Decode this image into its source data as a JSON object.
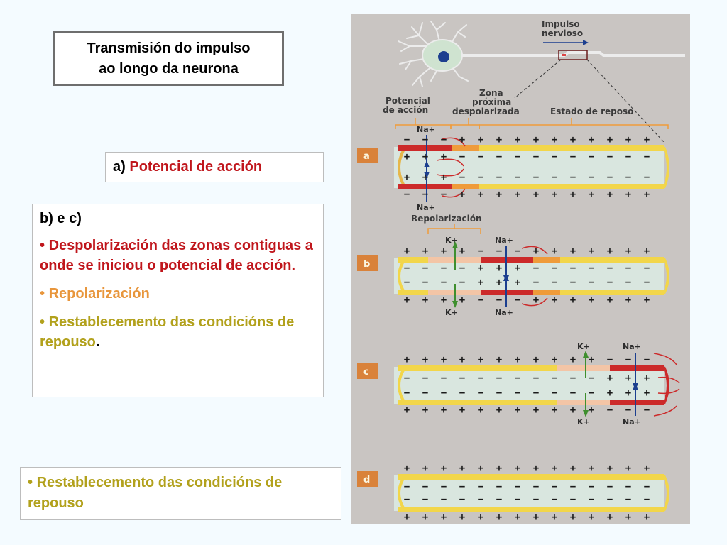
{
  "title": {
    "line1": "Transmisión do impulso",
    "line2": "ao longo da neurona"
  },
  "section_a": {
    "prefix": "a)",
    "text": "Potencial de acción"
  },
  "section_bc": {
    "heading": "b) e c)",
    "bullet1": "Despolarización das zonas contiguas a onde se iniciou o potencial de acción.",
    "bullet2": "Repolarización",
    "bullet3_text": "Restablecemento das condicións de repouso",
    "bullet3_end": "."
  },
  "section_d": {
    "text": "Restablecemento das condicións de repouso"
  },
  "bullet_char": "•",
  "diagram": {
    "impulse_label": [
      "Impulso",
      "nervioso"
    ],
    "zone_labels": {
      "action_potential": [
        "Potencial",
        "de acción"
      ],
      "depolarized": [
        "Zona",
        "próxima",
        "despolarizada"
      ],
      "resting": "Estado de reposo"
    },
    "repolarization": "Repolarización",
    "panels": [
      "a",
      "b",
      "c",
      "d"
    ],
    "ions": {
      "na": "Na+",
      "k": "K+"
    },
    "charges": {
      "plus": "+",
      "minus": "−"
    }
  },
  "colors": {
    "red_text": "#c0161c",
    "orange_text": "#e8963c",
    "olive_text": "#b2a11c",
    "diagram_bg": "#c9c5c2",
    "membrane_yellow": "#f2d64a",
    "membrane_red": "#cc2a2a",
    "membrane_orange": "#ef9b3a",
    "membrane_pink": "#f3c5a6",
    "axon_fill": "#d9e6df",
    "tag_orange": "#d9823a"
  }
}
